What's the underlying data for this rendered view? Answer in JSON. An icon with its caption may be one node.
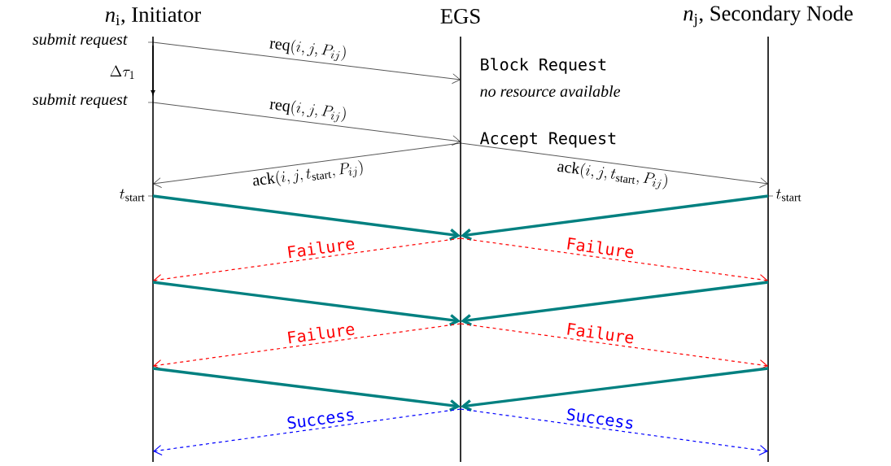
{
  "diagram": {
    "nodes": [
      {
        "text": [
          "*n*$_{i}$, Initiator"
        ]
      },
      {
        "text": [
          "EGS"
        ]
      },
      {
        "text": [
          "*n*$_{j}$, Secondary Node"
        ]
      }
    ],
    "edges": [
      {
        "from": 0,
        "to": 1,
        "arrow": "to",
        "color": "#000000",
        "label": "\\mathrm{req}(i, j, P_{ij})"
      },
      {
        "from": 0,
        "to": 1,
        "arrow": "to",
        "color": "#000000",
        "label": "\\mathrm{req}(i, j, P_{ij})"
      },
      {
        "from": 1,
        "to": 0,
        "arrow": "to",
        "color": "#000000",
        "label": "\\mathrm{ack}(i, j, t_\\mathrm{start}, P_{ij})"
      },
      {
        "from": 1,
        "to": 2,
        "arrow": "to",
        "color": "#000000",
        "label": "\\mathrm{ack}(i, j, t_\\mathrm{start}, P_{ij})"
      },
      {
        "from": 0,
        "to": 1,
        "arrow": "to",
        "style": "thick",
        "color": "#008080"
      },
      {
        "from": 2,
        "to": 1,
        "arrow": "to",
        "style": "thick",
        "color": "#008080"
      },
      {
        "from": 1,
        "to": 0,
        "arrow": "to",
        "style": "dashed",
        "color": "#ff0000",
        "label": "Failure"
      },
      {
        "from": 1,
        "to": 2,
        "arrow": "to",
        "style": "dashed",
        "color": "#ff0000",
        "label": "Failure"
      },
      {
        "from": 0,
        "to": 1,
        "arrow": "to",
        "style": "thick",
        "color": "#008080"
      },
      {
        "from": 2,
        "to": 1,
        "arrow": "to",
        "style": "thick",
        "color": "#008080"
      },
      {
        "from": 1,
        "to": 0,
        "arrow": "to",
        "style": "dashed",
        "color": "#ff0000",
        "label": "Failure"
      },
      {
        "from": 1,
        "to": 2,
        "arrow": "to",
        "style": "dashed",
        "color": "#ff0000",
        "label": "Failure"
      },
      {
        "from": 0,
        "to": 1,
        "arrow": "to",
        "style": "thick",
        "color": "#008080"
      },
      {
        "from": 2,
        "to": 1,
        "arrow": "to",
        "style": "thick",
        "color": "#008080"
      },
      {
        "from": 1,
        "to": 0,
        "arrow": "to",
        "style": "dashed",
        "color": "#0000ff",
        "label": "Success"
      },
      {
        "from": 1,
        "to": 2,
        "arrow": "to",
        "style": "dashed",
        "color": "#0000ff",
        "label": "Success"
      }
    ],
    "labels": [
      "submit request",
      "\\Delta\\tau_1",
      "submit request",
      "Block Request",
      "no resource available",
      "Accept Request",
      "t_\\mathrm{start}",
      "t_\\mathrm{start}"
    ]
  }
}
